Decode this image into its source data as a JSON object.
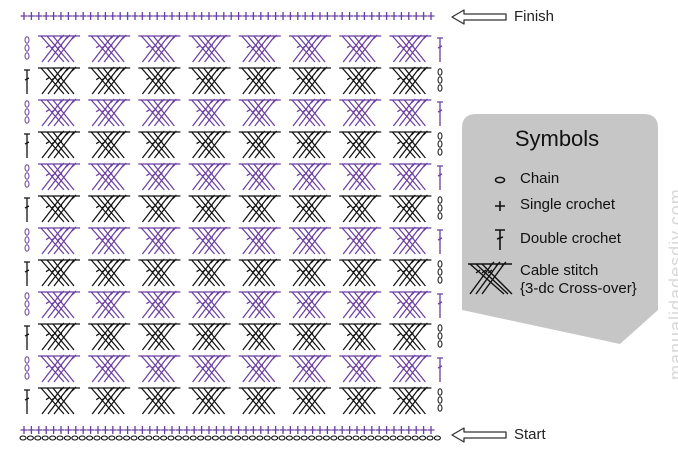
{
  "labels": {
    "finish": "Finish",
    "start": "Start"
  },
  "legend": {
    "title": "Symbols",
    "items": [
      {
        "symbol": "chain",
        "label": "Chain"
      },
      {
        "symbol": "single-crochet",
        "label": "Single crochet"
      },
      {
        "symbol": "double-crochet",
        "label": "Double crochet"
      },
      {
        "symbol": "cable-stitch",
        "label": "Cable stitch"
      },
      {
        "symbol": "",
        "label": "{3-dc Cross-over}"
      }
    ]
  },
  "watermark": "manualidadesdiy.com",
  "colors": {
    "purple": "#6b3fa0",
    "ink": "#111111",
    "legend_bg": "#c6c6c6",
    "watermark": "#d8d8d8"
  },
  "pattern": {
    "cable_columns": 8,
    "cable_rows": 12,
    "row_colors": [
      "purple",
      "ink",
      "purple",
      "ink",
      "purple",
      "ink",
      "purple",
      "ink",
      "purple",
      "ink",
      "purple",
      "ink"
    ]
  }
}
